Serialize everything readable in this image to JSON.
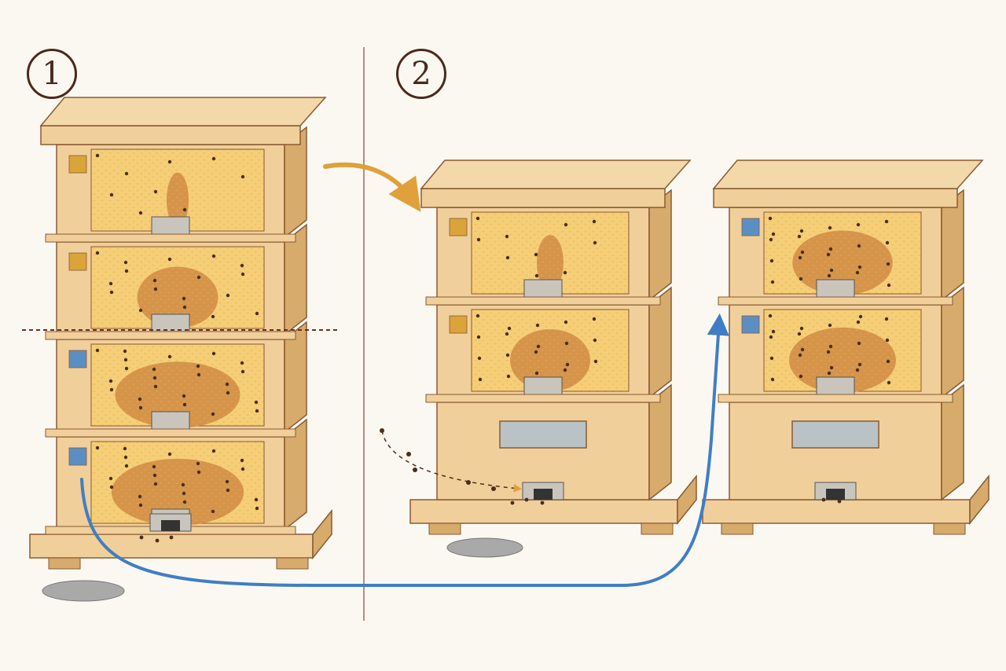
{
  "steps": [
    {
      "label": "1"
    },
    {
      "label": "2"
    }
  ],
  "colors": {
    "background": "#fbf8f2",
    "wood": "#f0cf9b",
    "wood_dark": "#d7ab6c",
    "outline": "#8a5a32",
    "honey": "#f2c060",
    "brood": "#d99a50",
    "bee": "#4a2e1a",
    "orange_marker": "#d9a43a",
    "blue_marker": "#5b8fc4",
    "arrow_orange": "#e0a13a",
    "arrow_blue": "#3f7ec4",
    "divider": "#a06a5c",
    "cut_line": "#6b2e22",
    "stone": "#a9a9a9"
  },
  "hives": [
    {
      "id": "original-hive",
      "boxes": [
        {
          "marker": "orange",
          "brood": 0.15
        },
        {
          "marker": "orange",
          "brood": 0.55
        },
        {
          "marker": "blue",
          "brood": 0.85
        },
        {
          "marker": "blue",
          "brood": 0.9
        }
      ],
      "base": "entrance-reducer",
      "stone_under": true
    },
    {
      "id": "split-hive-a",
      "boxes": [
        {
          "marker": "orange",
          "brood": 0.2
        },
        {
          "marker": "orange",
          "brood": 0.6
        }
      ],
      "base": "empty-box-window",
      "stone_under": true
    },
    {
      "id": "split-hive-b",
      "boxes": [
        {
          "marker": "blue",
          "brood": 0.75
        },
        {
          "marker": "blue",
          "brood": 0.8
        }
      ],
      "base": "empty-box-window",
      "stone_under": false
    }
  ],
  "arrows": [
    {
      "id": "top-boxes-arrow",
      "color": "orange",
      "from": "original-hive",
      "to": "split-hive-a"
    },
    {
      "id": "bottom-boxes-arrow",
      "color": "blue",
      "from": "original-hive",
      "to": "split-hive-b"
    }
  ]
}
